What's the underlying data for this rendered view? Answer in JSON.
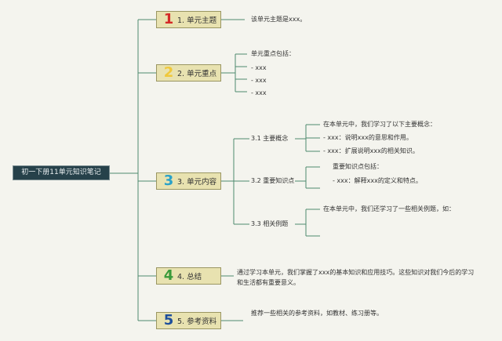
{
  "root": {
    "label": "初一下册11单元知识笔记"
  },
  "sections": [
    {
      "number": "1",
      "number_color": "#d42a28",
      "label": "1. 单元主题"
    },
    {
      "number": "2",
      "number_color": "#f0c83a",
      "label": "2. 单元重点"
    },
    {
      "number": "3",
      "number_color": "#2aa1c8",
      "label": "3. 单元内容"
    },
    {
      "number": "4",
      "number_color": "#3a9a3a",
      "label": "4. 总结"
    },
    {
      "number": "5",
      "number_color": "#1e4f9c",
      "label": "5. 参考资料"
    }
  ],
  "theme": {
    "text": "该单元主题是xxx。"
  },
  "key_points": {
    "intro": "单元重点包括：",
    "items": [
      "- xxx",
      "- xxx",
      "- xxx"
    ]
  },
  "content": {
    "subs": [
      {
        "label": "3.1 主要概念",
        "lines": [
          "在本单元中，我们学习了以下主要概念：",
          "- xxx：说明xxx的意思和作用。",
          "- xxx：扩展说明xxx的相关知识。"
        ]
      },
      {
        "label": "3.2 重要知识点",
        "lines": [
          "重要知识点包括：",
          "- xxx：解释xxx的定义和特点。"
        ]
      },
      {
        "label": "3.3 相关例题",
        "lines": [
          "在本单元中，我们还学习了一些相关例题，如："
        ]
      }
    ]
  },
  "summary": {
    "text": "通过学习本单元，我们掌握了xxx的基本知识和应用技巧。这些知识对我们今后的学习和生活都有重要意义。"
  },
  "references": {
    "text": "推荐一些相关的参考资料，如教材、练习册等。"
  },
  "colors": {
    "line": "#4e8a6e",
    "root_bg": "#26414a",
    "section_bg": "#e8e2b0",
    "background": "#f4f4ee"
  }
}
